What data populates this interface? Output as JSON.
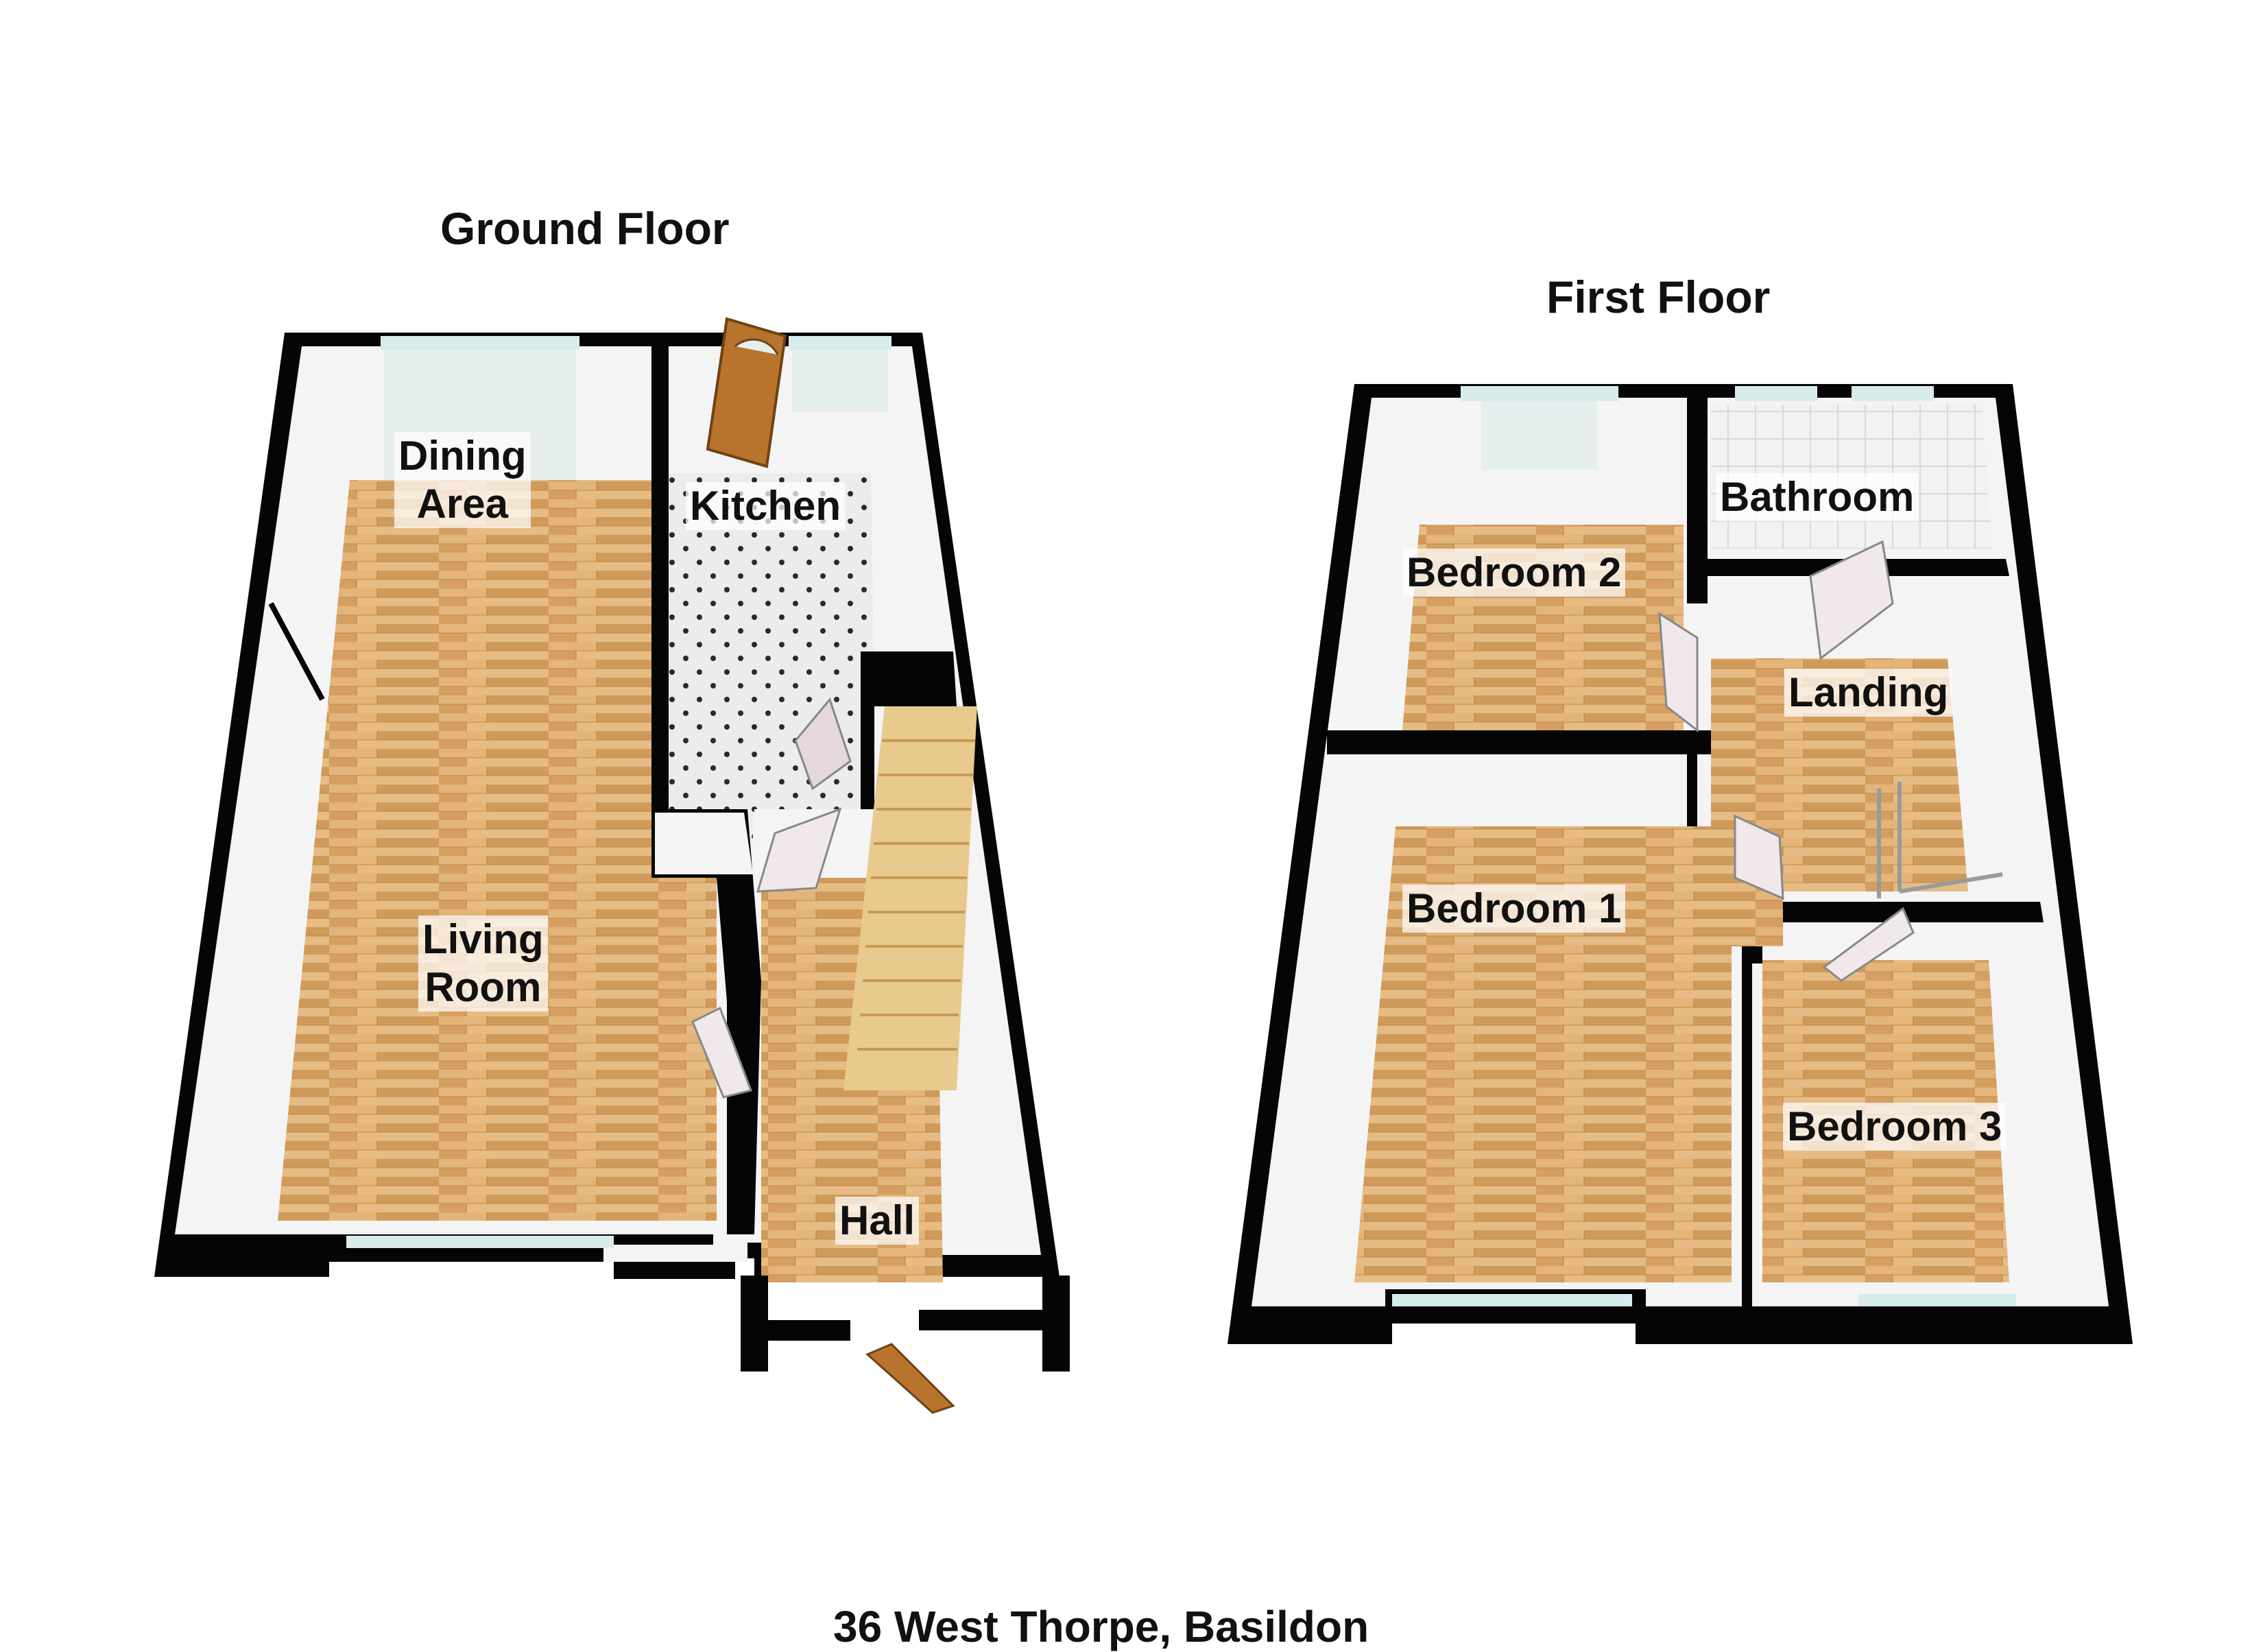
{
  "floors": {
    "ground": {
      "title": "Ground Floor",
      "rooms": {
        "dining_area": "Dining\nArea",
        "kitchen": "Kitchen",
        "living_room": "Living\nRoom",
        "hall": "Hall"
      }
    },
    "first": {
      "title": "First Floor",
      "rooms": {
        "bedroom_2": "Bedroom 2",
        "bathroom": "Bathroom",
        "landing": "Landing",
        "bedroom_1": "Bedroom 1",
        "bedroom_3": "Bedroom 3"
      }
    }
  },
  "address": "36 West Thorpe, Basildon",
  "colors": {
    "wall": "#050505",
    "inner_wall": "#f4f4f4",
    "wood_floor": "#d9a868",
    "tile_floor": "#ececec",
    "window_glass": "#d8ecec",
    "door_wood": "#b8732c",
    "door_white": "#f0e8ea",
    "stairs": "#e8c98e"
  }
}
